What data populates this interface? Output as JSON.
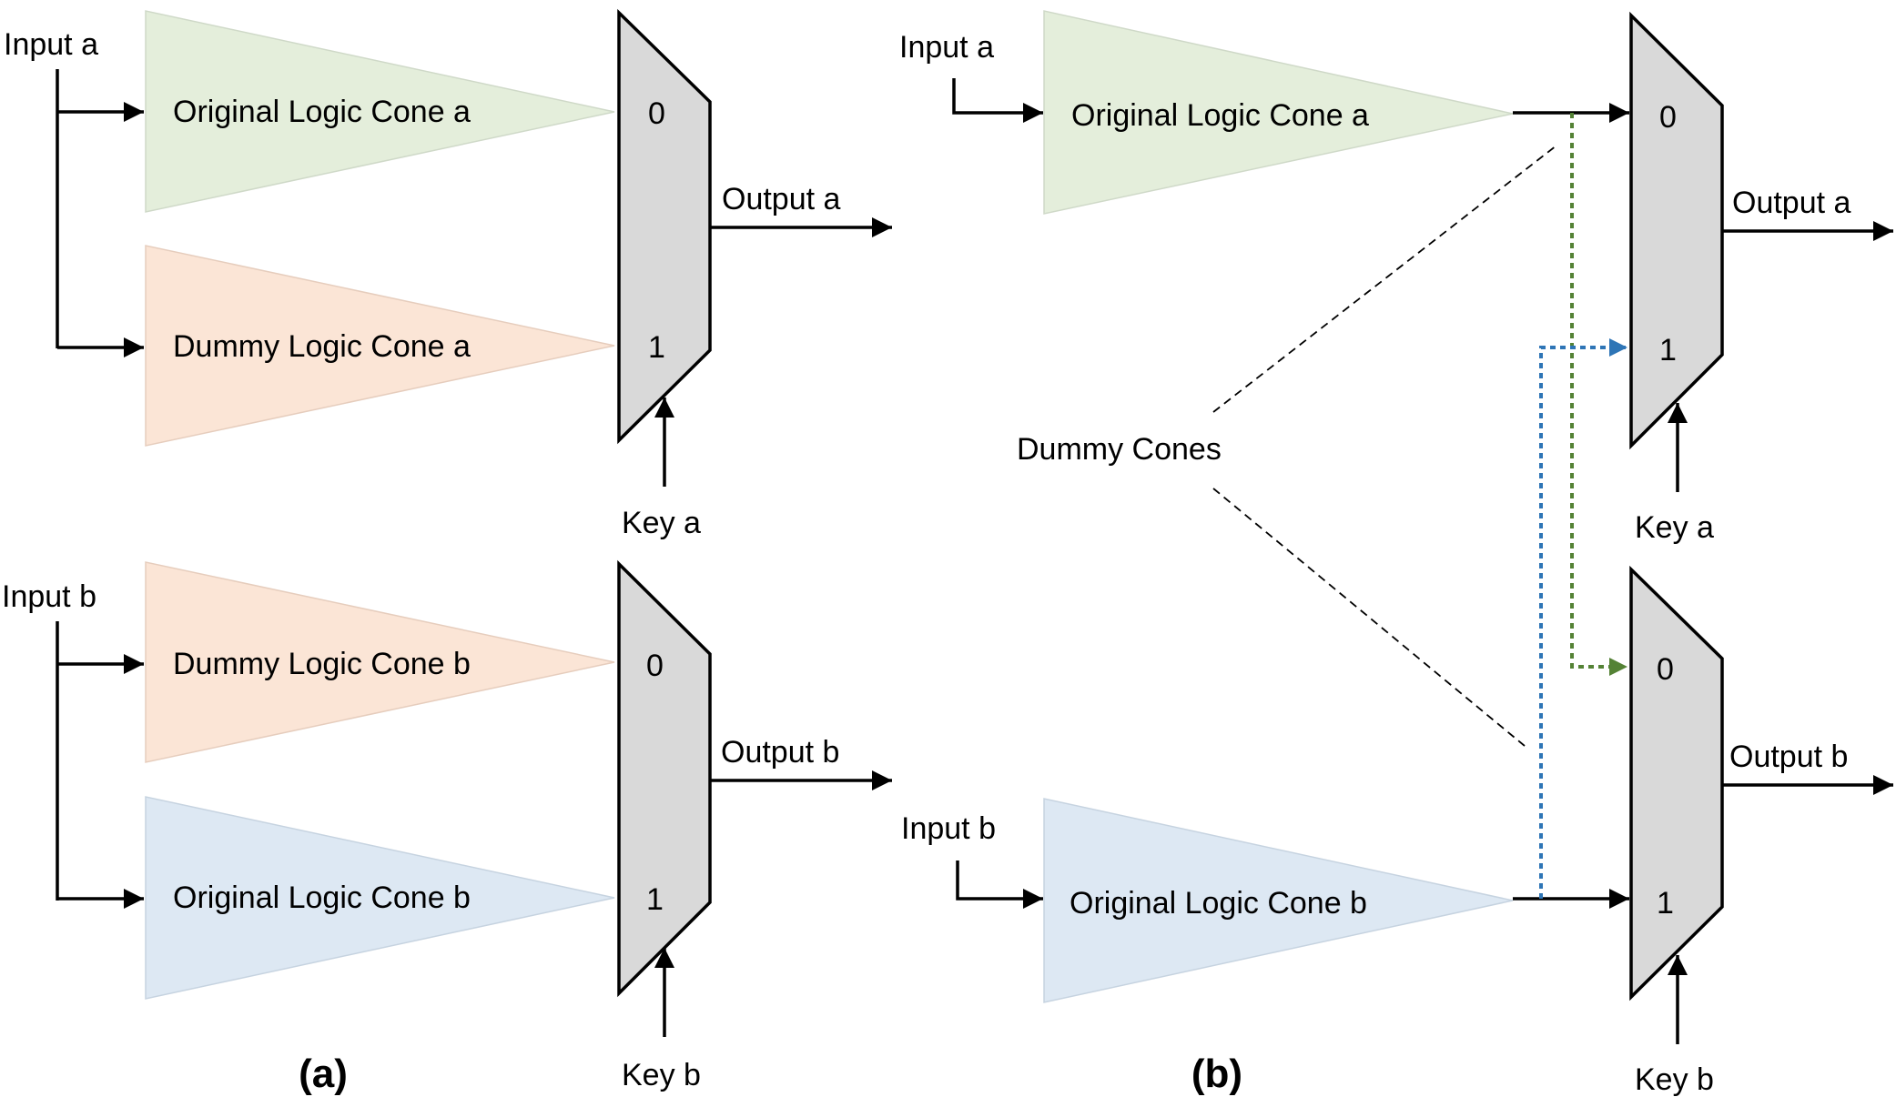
{
  "colors": {
    "original_a": "#e4eedb",
    "dummy": "#fbe5d6",
    "original_b": "#dde8f3",
    "mux": "#d9d9d9",
    "green_dashed": "#548235",
    "blue_dashed": "#2e75b6"
  },
  "panel_a": {
    "caption": "(a)",
    "input_a": "Input a",
    "input_b": "Input b",
    "cone_orig_a": "Original Logic Cone a",
    "cone_dummy_a": "Dummy Logic Cone a",
    "cone_dummy_b": "Dummy Logic Cone b",
    "cone_orig_b": "Original Logic Cone b",
    "mux_a": {
      "in0": "0",
      "in1": "1",
      "output": "Output a",
      "key": "Key a"
    },
    "mux_b": {
      "in0": "0",
      "in1": "1",
      "output": "Output b",
      "key": "Key b"
    }
  },
  "panel_b": {
    "caption": "(b)",
    "input_a": "Input a",
    "input_b": "Input b",
    "cone_orig_a": "Original Logic Cone a",
    "cone_orig_b": "Original Logic Cone b",
    "dummy_cones": "Dummy Cones",
    "mux_a": {
      "in0": "0",
      "in1": "1",
      "output": "Output a",
      "key": "Key a"
    },
    "mux_b": {
      "in0": "0",
      "in1": "1",
      "output": "Output b",
      "key": "Key b"
    }
  }
}
